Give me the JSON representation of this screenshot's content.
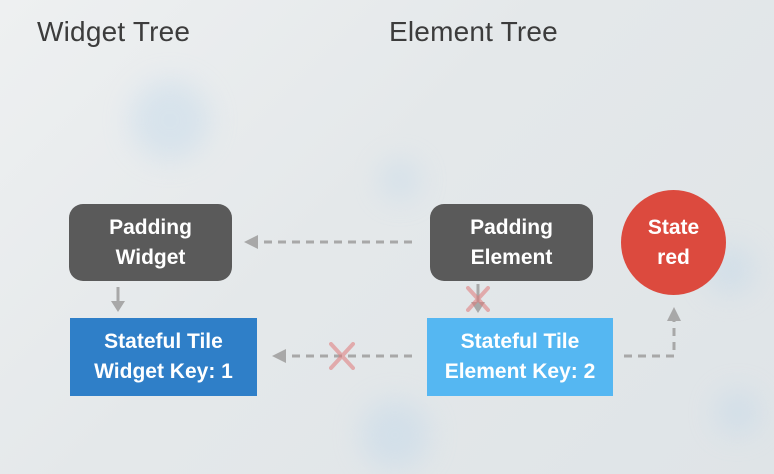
{
  "headings": {
    "widget_tree": "Widget Tree",
    "element_tree": "Element Tree"
  },
  "nodes": {
    "padding_widget": {
      "line1": "Padding",
      "line2": "Widget"
    },
    "stateful_tile_widget": {
      "line1": "Stateful Tile",
      "line2": "Widget Key: 1"
    },
    "padding_element": {
      "line1": "Padding",
      "line2": "Element"
    },
    "stateful_tile_element": {
      "line1": "Stateful Tile",
      "line2": "Element Key: 2"
    },
    "state": {
      "line1": "State",
      "line2": "red"
    }
  },
  "colors": {
    "dark_node": "#5a5a5a",
    "widget_blue": "#2f7fc8",
    "element_blue": "#55b7f2",
    "state_red": "#dc4a3e",
    "arrow_gray": "#a8a8a8",
    "cross_red": "#e07a7a"
  }
}
